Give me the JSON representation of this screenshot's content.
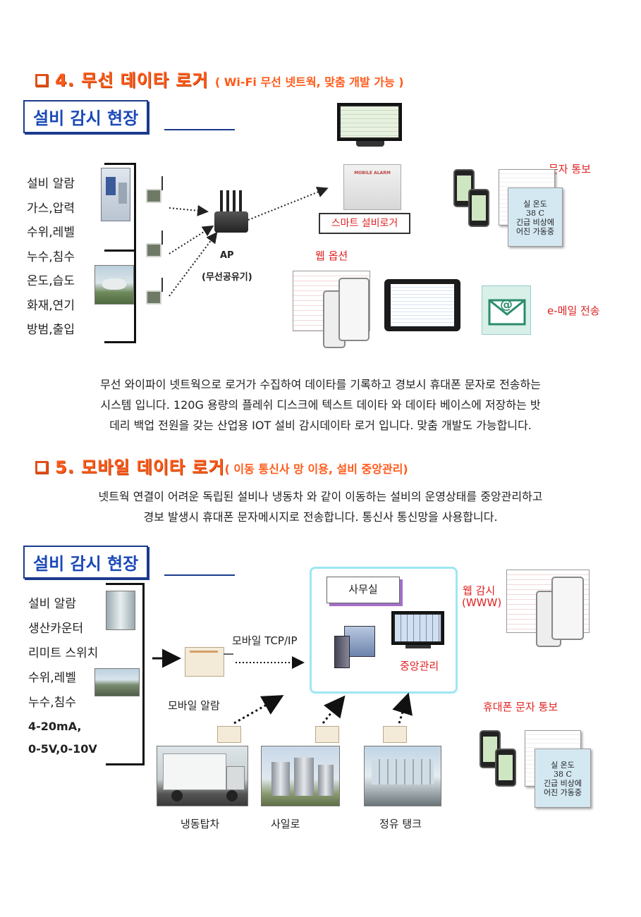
{
  "section4": {
    "title": "4. 무선 데이타 로거",
    "subtitle": "( Wi-Fi 무선 넷트웍, 맞춤 개발 가능 )",
    "site_label": "설비 감시 현장",
    "items": [
      "설비 알람",
      "가스,압력",
      "수위,레벨",
      "누수,침수",
      "온도,습도",
      "화재,연기",
      "방범,출입"
    ],
    "ap_label": "AP",
    "ap_sub": "(무선공유기)",
    "device_label": "MOBILE ALARM",
    "smart_logger": "스마트 설비로거",
    "web_option": "웹 옵션",
    "sms": "문자 통보",
    "email": "e-메일 전송",
    "card_lines": [
      "실 온도",
      "38 C",
      "긴급 비상에",
      "어진 가동중"
    ],
    "description": [
      "무선 와이파이 넷트웍으로  로거가 수집하여 데이타를 기록하고 경보시 휴대폰 문자로 전송하는",
      "시스템 입니다. 120G 용량의 플레쉬 디스크에 텍스트 데이타 와 데이타 베이스에 저장하는 밧",
      "데리 백업 전원을 갖는 산업용 IOT 설비 감시데이타 로거 입니다. 맞춤 개발도 가능합니다."
    ]
  },
  "section5": {
    "title": "5.  모바일 데이타 로거",
    "subtitle": "( 이동 통신사 망 이용, 설비 중앙관리)",
    "description": [
      "넷트웍 연결이 어려운 독립된 설비나 냉동차 와 같이 이동하는 설비의 운영상태를 중앙관리하고",
      "경보 발생시 휴대폰 문자메시지로 전송합니다. 통신사 통신망을 사용합니다."
    ],
    "site_label": "설비 감시 현장",
    "items": [
      "설비 알람",
      "생산카운터",
      "리미트 스위치",
      "수위,레벨",
      "누수,침수"
    ],
    "items_bold": [
      "4-20mA,",
      "0-5V,0-10V"
    ],
    "mobile_tcp": "모바일 TCP/IP",
    "mobile_alarm": "모바일 알람",
    "office": "사무실",
    "central": "중앙관리",
    "web_monitor": "웹 감시",
    "www": "(WWW)",
    "sms": "휴대폰 문자 통보",
    "card_lines": [
      "실 온도",
      "38 C",
      "긴급 비상에",
      "어진 가동중"
    ],
    "captions": [
      "냉동탑차",
      "사일로",
      "정유 탱크"
    ]
  }
}
